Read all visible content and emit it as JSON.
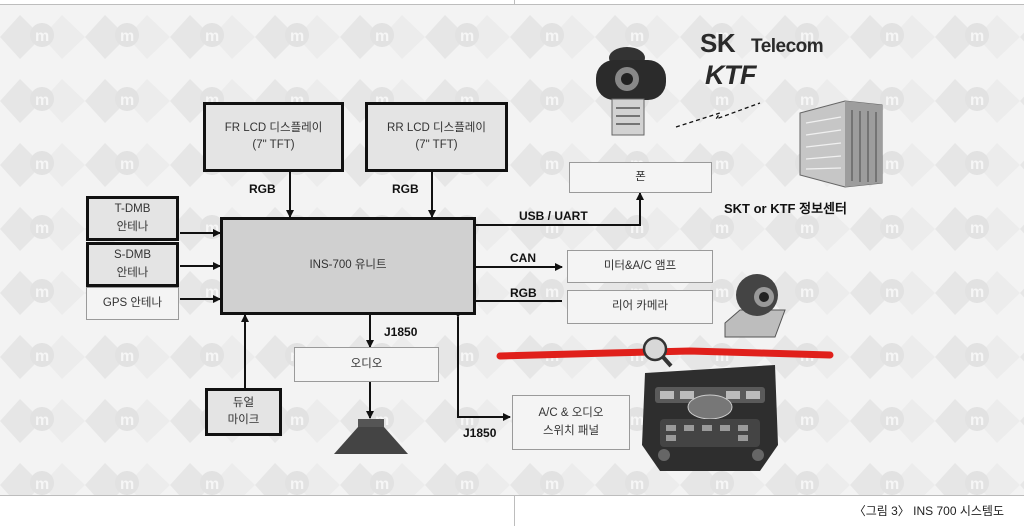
{
  "blocks": {
    "fr_lcd": {
      "line1": "FR LCD 디스플레이",
      "line2": "(7\" TFT)"
    },
    "rr_lcd": {
      "line1": "RR LCD 디스플레이",
      "line2": "(7\" TFT)"
    },
    "tdmb": {
      "line1": "T-DMB",
      "line2": "안테나"
    },
    "sdmb": {
      "line1": "S-DMB",
      "line2": "안테나"
    },
    "gps": {
      "line1": "GPS 안테나"
    },
    "ins700": {
      "line1": "INS-700 유니트"
    },
    "phone": {
      "line1": "폰"
    },
    "meter": {
      "line1": "미터&A/C 앰프"
    },
    "rear_cam": {
      "line1": "리어 카메라"
    },
    "audio": {
      "line1": "오디오"
    },
    "dual_mic": {
      "line1": "듀얼",
      "line2": "마이크"
    },
    "ac_panel": {
      "line1": "A/C & 오디오",
      "line2": "스위치 패널"
    }
  },
  "links": {
    "rgb_fr": "RGB",
    "rgb_rr": "RGB",
    "usb_uart": "USB / UART",
    "can": "CAN",
    "rgb_cam": "RGB",
    "j1850_audio": "J1850",
    "j1850_panel": "J1850"
  },
  "brands": {
    "sk": "SK",
    "telecom": "Telecom",
    "ktf": "KTF",
    "center": "SKT or KTF 정보센터"
  },
  "caption": "〈그림 3〉 INS 700 시스템도",
  "colors": {
    "red_mark": "#e0201b",
    "unit_fill": "#d0d0d0"
  }
}
